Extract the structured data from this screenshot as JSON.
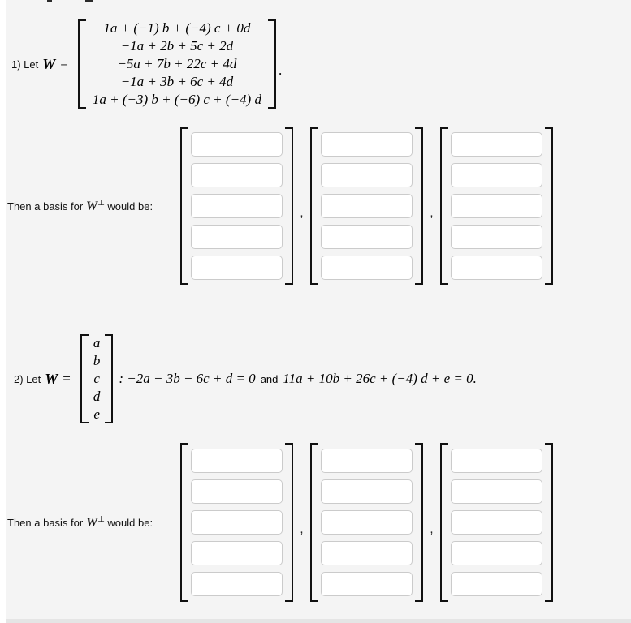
{
  "colors": {
    "page_background": "#f4f4f4",
    "left_margin": "#ffffff",
    "input_border": "#cbcbcb",
    "bracket": "#111111",
    "text": "#000000"
  },
  "problem1": {
    "number_label": "1) Let",
    "w_symbol": "W",
    "equals": "=",
    "matrix_rows": [
      "1a + (−1) b + (−4) c + 0d",
      "−1a + 2b + 5c + 2d",
      "−5a + 7b + 22c + 4d",
      "−1a + 3b + 6c + 4d",
      "1a + (−3) b + (−6) c + (−4) d"
    ],
    "period": ".",
    "prompt": {
      "prefix": "Then a basis for",
      "w": "W",
      "perp": "⊥",
      "suffix": " would be:"
    },
    "comma": ","
  },
  "problem2": {
    "number_label": "2) Let",
    "w_symbol": "W",
    "equals": "=",
    "vector_entries": [
      "a",
      "b",
      "c",
      "d",
      "e"
    ],
    "condition1": ": −2a − 3b − 6c + d = 0",
    "and_word": "and",
    "condition2": "11a + 10b + 26c + (−4) d + e = 0.",
    "prompt": {
      "prefix": "Then a basis for",
      "w": "W",
      "perp": "⊥",
      "suffix": " would be:"
    },
    "comma": ","
  },
  "answers": {
    "columns_per_problem": 3,
    "inputs_per_column": 5,
    "input_value": ""
  }
}
